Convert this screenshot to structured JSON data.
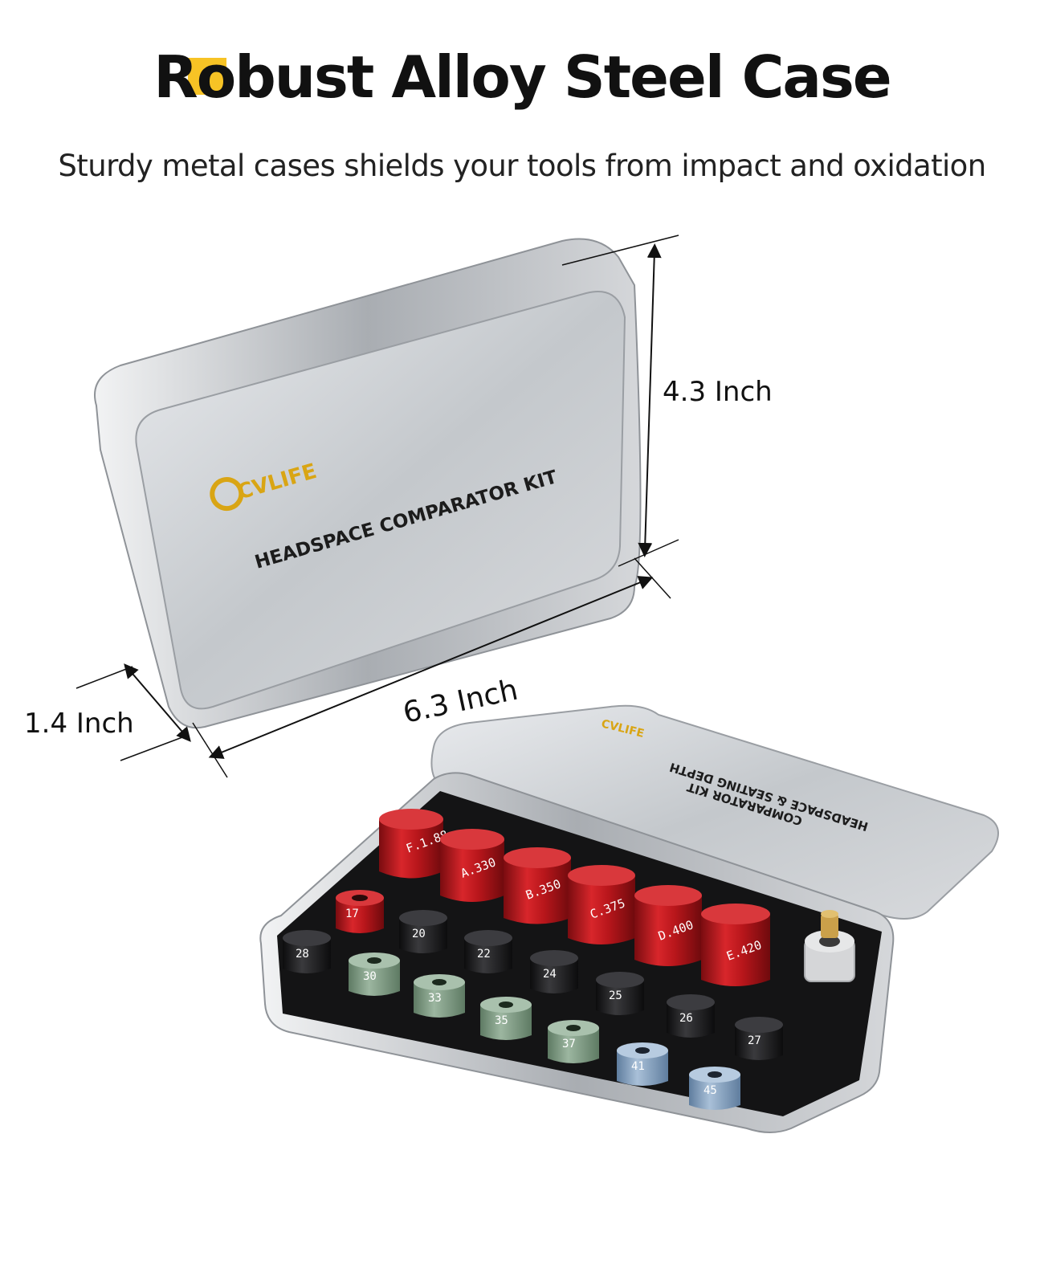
{
  "header": {
    "title": "Robust Alloy Steel Case",
    "subtitle": "Sturdy metal cases shields your tools from impact and oxidation"
  },
  "dimensions": {
    "height_label": "4.3 Inch",
    "width_label": "6.3 Inch",
    "depth_label": "1.4 Inch"
  },
  "closed_case": {
    "brand": "CVLIFE",
    "lid_text": "HEADSPACE COMPARATOR KIT"
  },
  "open_case": {
    "brand": "CVLIFE",
    "lid_line1": "HEADSPACE & SEATING DEPTH",
    "lid_line2": "COMPARATOR KIT",
    "big_red_labels": [
      "F.1.88",
      "A.330",
      "B.350",
      "C.375",
      "D.400",
      "E.420"
    ],
    "small_labels": [
      "17",
      "20",
      "22",
      "24",
      "25",
      "26",
      "27",
      "28",
      "30",
      "33",
      "35",
      "37",
      "41",
      "45"
    ]
  },
  "colors": {
    "accent": "#f7c325",
    "brand_gold": "#d9a514",
    "metal": "#c9ccd0",
    "red_piece": "#b8161b",
    "black_piece": "#1b1b1d",
    "green_piece": "#8aa58e",
    "blue_piece": "#8aa6c4"
  }
}
